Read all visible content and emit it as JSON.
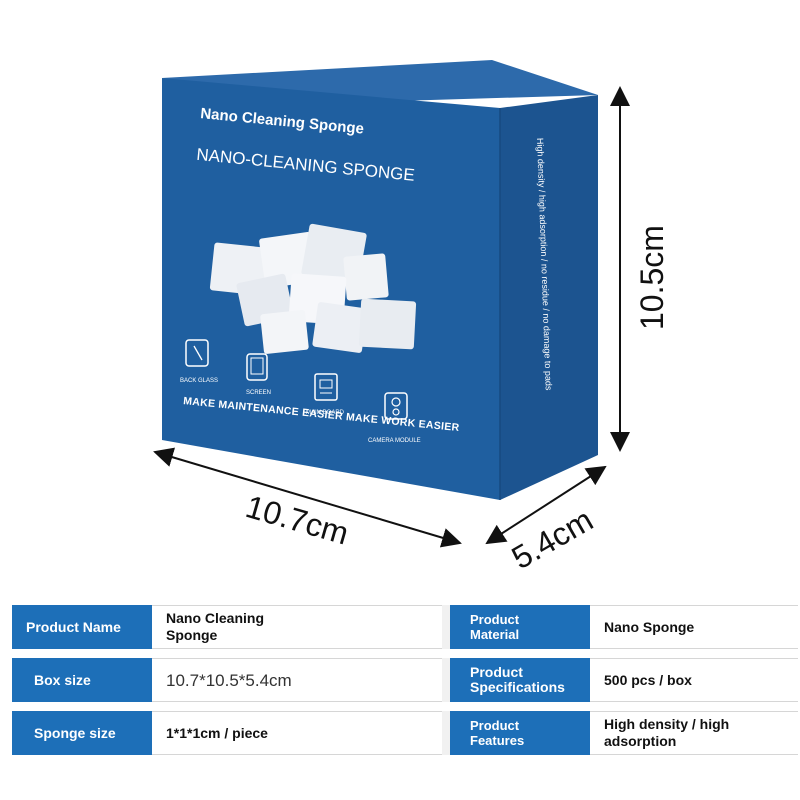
{
  "box": {
    "brand": "Nano Cleaning Sponge",
    "title": "NANO-CLEANING SPONGE",
    "side_text": "High density / high adsorption / no residue / no damage to pads",
    "icons": [
      {
        "icon": "back-glass-icon",
        "label": "BACK GLASS"
      },
      {
        "icon": "screen-icon",
        "label": "SCREEN"
      },
      {
        "icon": "main-board-icon",
        "label": "MAIN BOARD"
      },
      {
        "icon": "camera-module-icon",
        "label": "CAMERA MODULE"
      }
    ],
    "slogan": "MAKE MAINTENANCE EASIER MAKE WORK EASIER",
    "colors": {
      "front": "#1f5fa0",
      "side": "#1c5490",
      "top": "#2d6aab"
    }
  },
  "dimensions": {
    "width": "10.7cm",
    "height": "10.5cm",
    "depth": "5.4cm"
  },
  "specs": {
    "accent": "#1d6fb8",
    "left": [
      {
        "label": "Product Name",
        "value": "Nano Cleaning Sponge"
      },
      {
        "label": "Box size",
        "value": "10.7*10.5*5.4cm"
      },
      {
        "label": "Sponge size",
        "value": "1*1*1cm / piece"
      }
    ],
    "right": [
      {
        "label": "Product Material",
        "value": "Nano Sponge"
      },
      {
        "label": "Product Specifications",
        "value": "500 pcs / box"
      },
      {
        "label": "Product Features",
        "value": "High density / high adsorption"
      }
    ]
  }
}
